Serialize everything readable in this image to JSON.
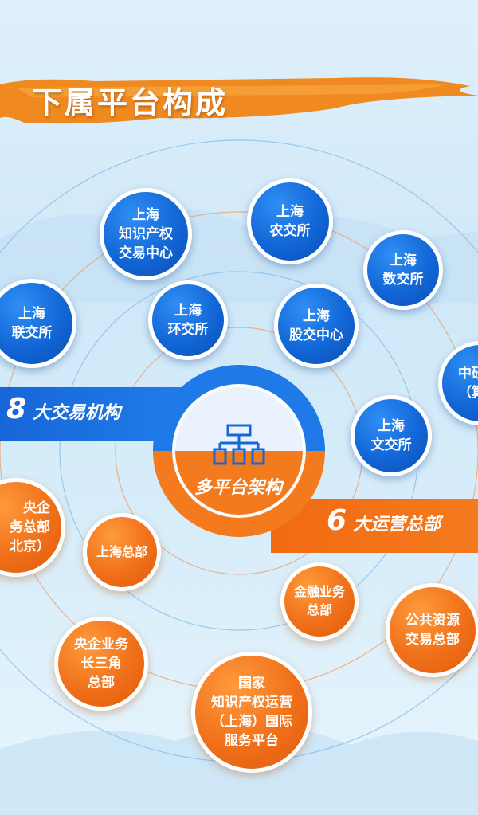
{
  "title": "下属平台构成",
  "center_label": "多平台架构",
  "bands": {
    "trading": {
      "number": "8",
      "label": "大交易机构"
    },
    "operations": {
      "number": "6",
      "label": "大运营总部"
    }
  },
  "trading_institutions": [
    {
      "lines": [
        "上海",
        "知识产权",
        "交易中心"
      ]
    },
    {
      "lines": [
        "上海",
        "农交所"
      ]
    },
    {
      "lines": [
        "上海",
        "数交所"
      ]
    },
    {
      "lines": [
        "上海",
        "联交所"
      ]
    },
    {
      "lines": [
        "上海",
        "环交所"
      ]
    },
    {
      "lines": [
        "上海",
        "股交中心"
      ]
    },
    {
      "lines": [
        "中研",
        "（算"
      ]
    },
    {
      "lines": [
        "上海",
        "文交所"
      ]
    }
  ],
  "operation_hqs": [
    {
      "lines": [
        "央企",
        "务总部",
        "北京）"
      ]
    },
    {
      "lines": [
        "上海总部"
      ]
    },
    {
      "lines": [
        "金融业务",
        "总部"
      ]
    },
    {
      "lines": [
        "公共资源",
        "交易总部"
      ]
    },
    {
      "lines": [
        "央企业务",
        "长三角",
        "总部"
      ]
    },
    {
      "lines": [
        "国家",
        "知识产权运营",
        "（上海）国际",
        "服务平台"
      ]
    }
  ],
  "colors": {
    "blue": "#1266d6",
    "orange": "#f0701a",
    "brush": "#f08a20",
    "background": "#d6ecf9"
  },
  "icons": {
    "hub": "org-chart-icon"
  }
}
